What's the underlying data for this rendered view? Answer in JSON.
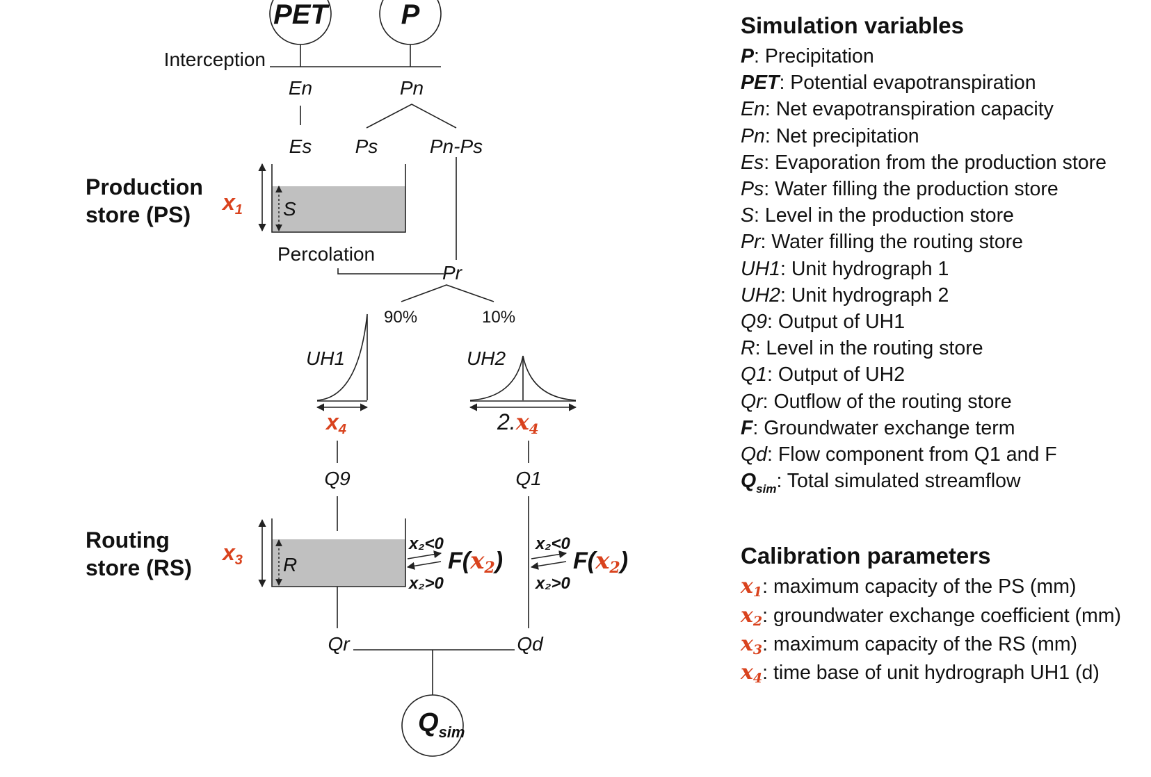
{
  "diagram": {
    "inputs": {
      "pet": "PET",
      "p": "P"
    },
    "interception": "Interception",
    "en": "En",
    "pn": "Pn",
    "es": "Es",
    "ps": "Ps",
    "pn_ps": "Pn-Ps",
    "production_store": {
      "line1": "Production",
      "line2": "store (PS)",
      "level": "S",
      "param": "x",
      "param_sub": "1"
    },
    "percolation": "Percolation",
    "pr": "Pr",
    "split_uh1": "90%",
    "split_uh2": "10%",
    "uh1": "UH1",
    "uh2": "UH2",
    "uh1_base": {
      "param": "x",
      "param_sub": "4"
    },
    "uh2_base": {
      "prefix": "2.",
      "param": "x",
      "param_sub": "4"
    },
    "q9": "Q9",
    "q1": "Q1",
    "routing_store": {
      "line1": "Routing",
      "line2": "store (RS)",
      "level": "R",
      "param": "x",
      "param_sub": "3"
    },
    "exchange": {
      "neg": "x₂<0",
      "pos": "x₂>0",
      "f": "F(",
      "x": "x",
      "x_sub": "2",
      "close": ")"
    },
    "qr": "Qr",
    "qd": "Qd",
    "qsim": {
      "main": "Q",
      "sub": "sim"
    }
  },
  "legend": {
    "variables_title": "Simulation variables",
    "variables": [
      {
        "sym": "P",
        "style": "bi",
        "text": ": Precipitation"
      },
      {
        "sym": "PET",
        "style": "bi",
        "text": ": Potential evapotranspiration"
      },
      {
        "sym": "En",
        "style": "i",
        "text": ": Net evapotranspiration capacity"
      },
      {
        "sym": "Pn",
        "style": "i",
        "text": ": Net precipitation"
      },
      {
        "sym": "Es",
        "style": "i",
        "text": ": Evaporation from the production store"
      },
      {
        "sym": "Ps",
        "style": "i",
        "text": ": Water filling the production store"
      },
      {
        "sym": "S",
        "style": "i",
        "text": ": Level in the production store"
      },
      {
        "sym": "Pr",
        "style": "i",
        "text": ": Water filling the routing store"
      },
      {
        "sym": "UH1",
        "style": "i",
        "text": ": Unit hydrograph 1"
      },
      {
        "sym": "UH2",
        "style": "i",
        "text": ": Unit hydrograph 2"
      },
      {
        "sym": "Q9",
        "style": "i",
        "text": ": Output of UH1"
      },
      {
        "sym": "R",
        "style": "i",
        "text": ": Level in the routing store"
      },
      {
        "sym": "Q1",
        "style": "i",
        "text": ": Output of UH2"
      },
      {
        "sym": "Qr",
        "style": "i",
        "text": ": Outflow of the routing store"
      },
      {
        "sym": "F",
        "style": "bi",
        "text": ": Groundwater exchange term"
      },
      {
        "sym": "Qd",
        "style": "i",
        "text": ": Flow component from Q1 and F"
      },
      {
        "sym": "Q",
        "style": "bi",
        "sub": "sim",
        "text": ": Total simulated streamflow"
      }
    ],
    "calibration_title": "Calibration parameters",
    "parameters": [
      {
        "sym": "x",
        "sub": "1",
        "text": ": maximum capacity of the PS (mm)"
      },
      {
        "sym": "x",
        "sub": "2",
        "text": ": groundwater exchange coefficient (mm)"
      },
      {
        "sym": "x",
        "sub": "3",
        "text": ": maximum capacity of the RS (mm)"
      },
      {
        "sym": "x",
        "sub": "4",
        "text": ": time base of unit hydrograph UH1 (d)"
      }
    ]
  }
}
